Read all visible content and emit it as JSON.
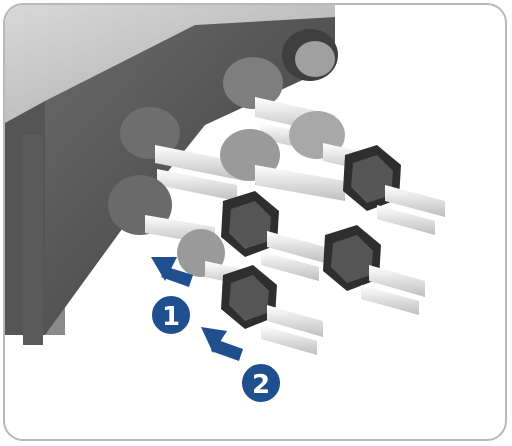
{
  "steps": [
    {
      "number": "1",
      "meaning": "insert-connector-into-socket"
    },
    {
      "number": "2",
      "meaning": "tighten-swivel-nut"
    }
  ],
  "colors": {
    "frame_border": "#b9b9b9",
    "housing_light": "#bdbdbd",
    "housing_dark": "#4a4a4a",
    "nut_dark": "#333333",
    "connector_grey": "#8c8c8c",
    "pin_light": "#e6e6e6",
    "callout_blue": "#1f4f8f",
    "arrow_blue": "#1f4f8f"
  },
  "icons": [
    "arrow-right-icon",
    "step-number-badge"
  ]
}
